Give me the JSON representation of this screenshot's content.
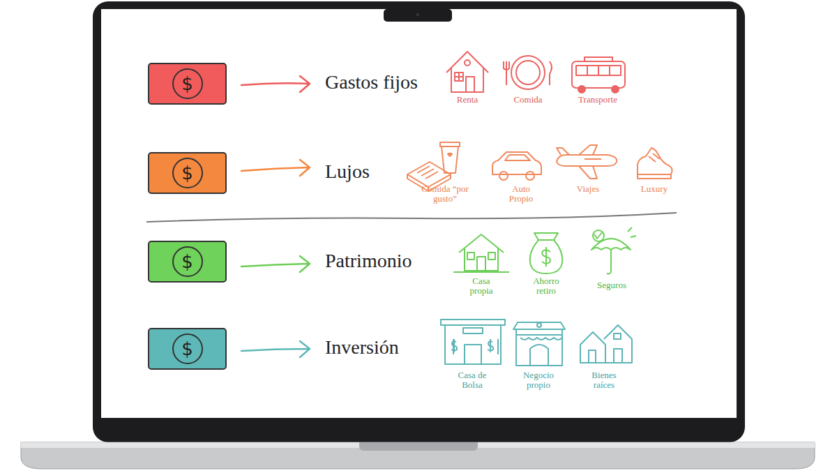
{
  "diagram": {
    "nodes": [
      {
        "text": [
          "$"
        ]
      },
      {
        "text": [
          "$"
        ]
      },
      {
        "text": [
          "$"
        ]
      },
      {
        "text": [
          "$"
        ]
      }
    ],
    "labels": [
      "Gastos fijos",
      "Renta",
      "Comida",
      "Transporte",
      "Lujos",
      "Comida “por gusto”",
      "Auto Propio",
      "Viajes",
      "Luxury",
      "Patrimonio",
      "Casa propia",
      "Ahorro retiro",
      "Seguros",
      "Inversión",
      "Casa de Bolsa",
      "Negocio propio",
      "Bienes raíces"
    ]
  }
}
